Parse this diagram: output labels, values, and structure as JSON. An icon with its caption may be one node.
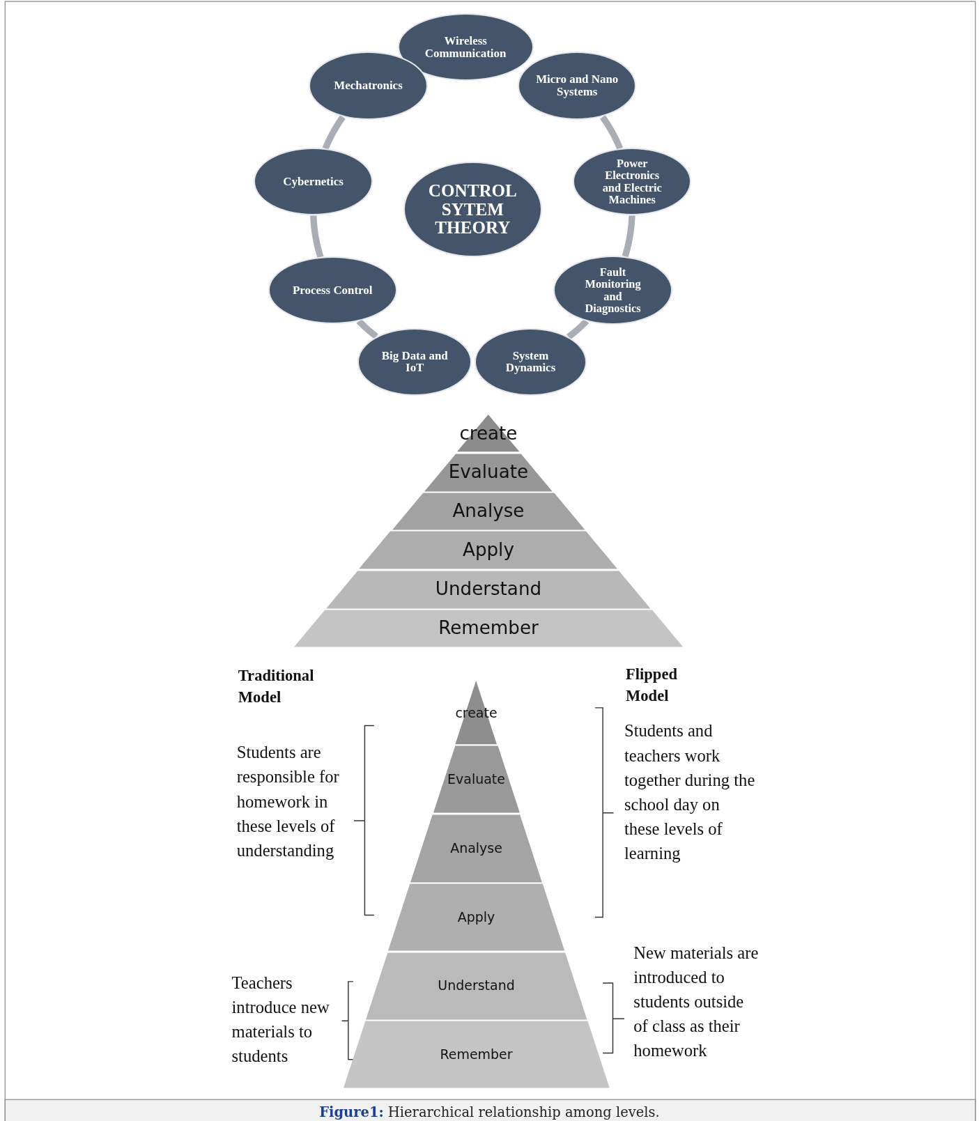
{
  "diagram": {
    "caption": "**Figure1:** Hierarchical relationship among levels.",
    "nodes": [
      {
        "text": [
          "Wireless Communication"
        ]
      },
      {
        "text": [
          "Micro and Nano Systems"
        ]
      },
      {
        "text": [
          "Power Electronics and Electric Machines"
        ]
      },
      {
        "text": [
          "Fault Monitoring and Diagnostics"
        ]
      },
      {
        "text": [
          "System Dynamics"
        ]
      },
      {
        "text": [
          "Big Data and IoT"
        ]
      },
      {
        "text": [
          "Process Control"
        ]
      },
      {
        "text": [
          "Cybernetics"
        ]
      },
      {
        "text": [
          "Mechatronics"
        ]
      },
      {
        "text": [
          "CONTROL SYTEM THEORY"
        ]
      },
      {
        "text": [
          "create"
        ]
      },
      {
        "text": [
          "Evaluate"
        ]
      },
      {
        "text": [
          "Analyse"
        ]
      },
      {
        "text": [
          "Apply"
        ]
      },
      {
        "text": [
          "Understand"
        ]
      },
      {
        "text": [
          "Remember"
        ]
      },
      {
        "text": [
          "create"
        ]
      },
      {
        "text": [
          "Evaluate"
        ]
      },
      {
        "text": [
          "Analyse"
        ]
      },
      {
        "text": [
          "Apply"
        ]
      },
      {
        "text": [
          "Understand"
        ]
      },
      {
        "text": [
          "Remember"
        ]
      }
    ],
    "edges": [
      {
        "from": 8,
        "to": 7,
        "arrow": "none"
      },
      {
        "from": 7,
        "to": 6,
        "arrow": "none"
      },
      {
        "from": 6,
        "to": 5,
        "arrow": "none"
      },
      {
        "from": 4,
        "to": 3,
        "arrow": "none"
      },
      {
        "from": 3,
        "to": 2,
        "arrow": "none"
      },
      {
        "from": 2,
        "to": 1,
        "arrow": "none"
      }
    ],
    "labels": [
      "Traditional Model",
      "Flipped Model",
      "Students are responsible for homework in these levels of understanding",
      "Students and teachers work together during the school day on these levels of learning",
      "Teachers introduce new materials to students",
      "New materials are introduced to students outside of class as their homework"
    ]
  }
}
